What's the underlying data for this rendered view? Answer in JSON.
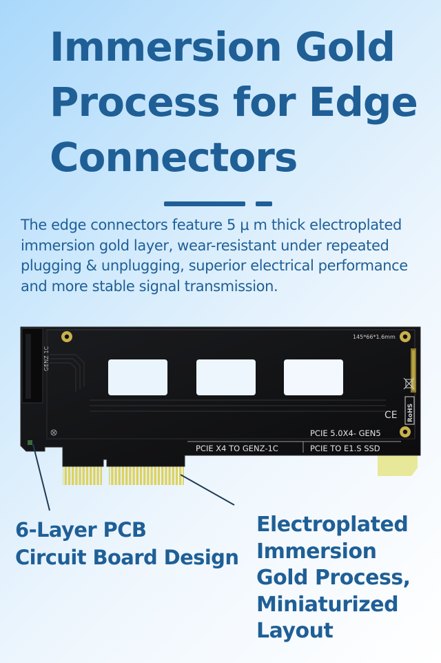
{
  "title": {
    "lines": [
      "Immersion Gold",
      "Process for Edge",
      "Connectors"
    ]
  },
  "description": "The edge connectors feature 5 μ m thick electroplated immersion gold layer, wear-resistant under repeated plugging & unplugging, superior electrical performance and more stable signal transmission.",
  "board": {
    "dimension_label": "145*66*1.6mm",
    "slot_label": "GENZ-1C",
    "spec_label": "PCIE 5.0X4- GEN5",
    "bottom_label_left": "PCIE X4 TO GENZ-1C",
    "bottom_label_right": "PCIE TO E1.S SSD",
    "ce_mark": "CE",
    "rohs_mark": "RoHS"
  },
  "callouts": {
    "left": [
      "6-Layer PCB",
      "Circuit Board Design"
    ],
    "right": [
      "Electroplated",
      "Immersion",
      "Gold Process,",
      "Miniaturized",
      "Layout"
    ]
  },
  "colors": {
    "text": "#1f5f96",
    "pcb": "#111214",
    "gold": "#dcd260"
  }
}
